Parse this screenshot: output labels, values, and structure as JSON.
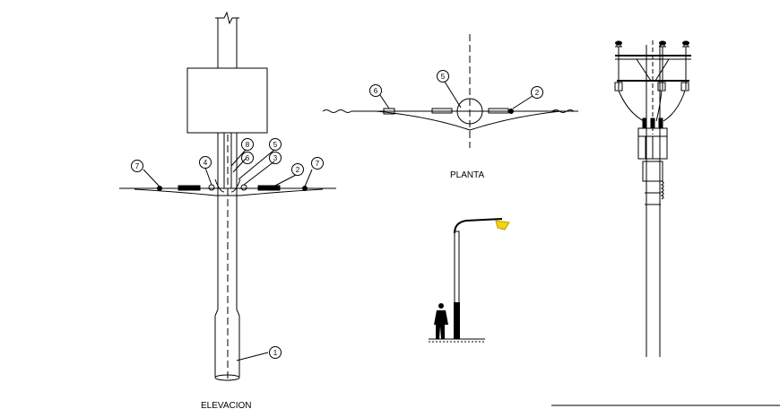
{
  "labels": {
    "elevation": "ELEVACION",
    "plan": "PLANTA"
  },
  "callouts": {
    "elevation": [
      "7",
      "4",
      "8",
      "6",
      "5",
      "3",
      "2",
      "7",
      "1"
    ],
    "plan": [
      "6",
      "5",
      "2"
    ]
  },
  "colors": {
    "lines": "#000000",
    "lamp": "#f2d50f",
    "background": "#ffffff"
  }
}
